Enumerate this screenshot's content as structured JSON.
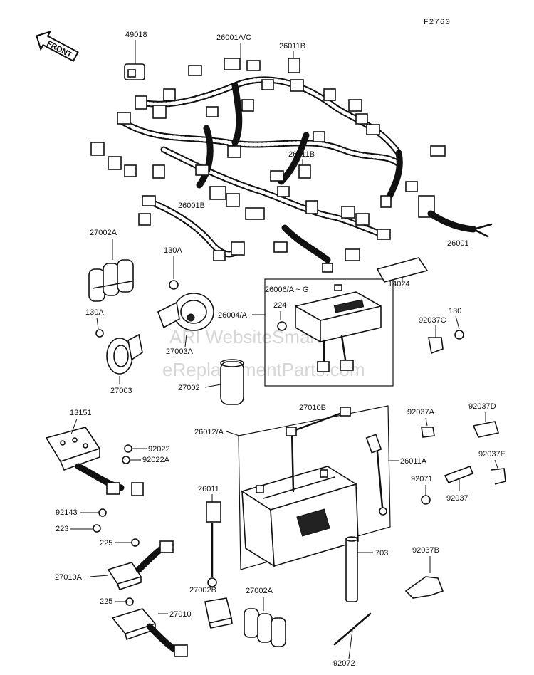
{
  "figure_ref": "F2760",
  "front_label": "FRONT",
  "watermark": {
    "line1": "ARI WebsiteSmart",
    "line2": "eReplacementParts.com"
  },
  "labels": {
    "p49018": "49018",
    "p26001AC": "26001A/C",
    "p26011B_top": "26011B",
    "p26011B_mid": "26011B",
    "p26001B": "26001B",
    "p26001": "26001",
    "p27002A_top": "27002A",
    "p130A_1": "130A",
    "p130A_2": "130A",
    "p27003A": "27003A",
    "p27003": "27003",
    "p27002": "27002",
    "p26006": "26006/A ~ G",
    "p26004": "26004/A",
    "p224": "224",
    "p14024": "14024",
    "p92037C": "92037C",
    "p130": "130",
    "p13151": "13151",
    "p92022": "92022",
    "p92022A": "92022A",
    "p26012": "26012/A",
    "p27010B": "27010B",
    "p92037A": "92037A",
    "p92037D": "92037D",
    "p26011A": "26011A",
    "p92037E": "92037E",
    "p92071": "92071",
    "p92037": "92037",
    "p92143": "92143",
    "p223": "223",
    "p26011": "26011",
    "p225_1": "225",
    "p225_2": "225",
    "p27010A": "27010A",
    "p703": "703",
    "p92037B": "92037B",
    "p27002B": "27002B",
    "p27002A_bot": "27002A",
    "p27010": "27010",
    "p92072": "92072"
  }
}
